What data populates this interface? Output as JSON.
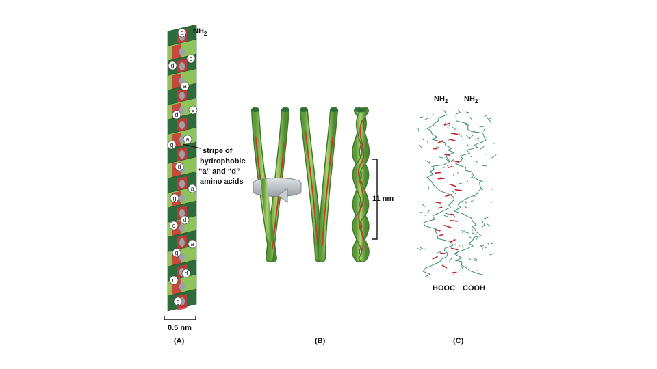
{
  "panel_a": {
    "label": "(A)",
    "nh2_top": "NH",
    "nh2_sub": "2",
    "residues": [
      "a",
      "e",
      "d",
      "a",
      "e",
      "d",
      "a",
      "g",
      "d",
      "a",
      "g",
      "d",
      "c",
      "a",
      "g",
      "d",
      "c",
      "g"
    ],
    "stripe_lines": [
      "stripe of",
      "hydrophobic",
      "“a”  and  “d”",
      "amino acids"
    ],
    "scale_label": "0.5 nm"
  },
  "panel_b": {
    "label": "(B)",
    "length_label": "11 nm"
  },
  "panel_c": {
    "label": "(C)",
    "nh2_left": "NH",
    "nh2_right": "NH",
    "nh2_sub": "2",
    "hooc": "HOOC",
    "cooh": "COOH"
  },
  "colors": {
    "helix_green": "#8fc45a",
    "helix_dark": "#2e6b3a",
    "helix_red": "#d0343a",
    "mesh_green": "#3a8a76",
    "mesh_red": "#c8222a",
    "arrow_gray": "#b9bec4"
  }
}
